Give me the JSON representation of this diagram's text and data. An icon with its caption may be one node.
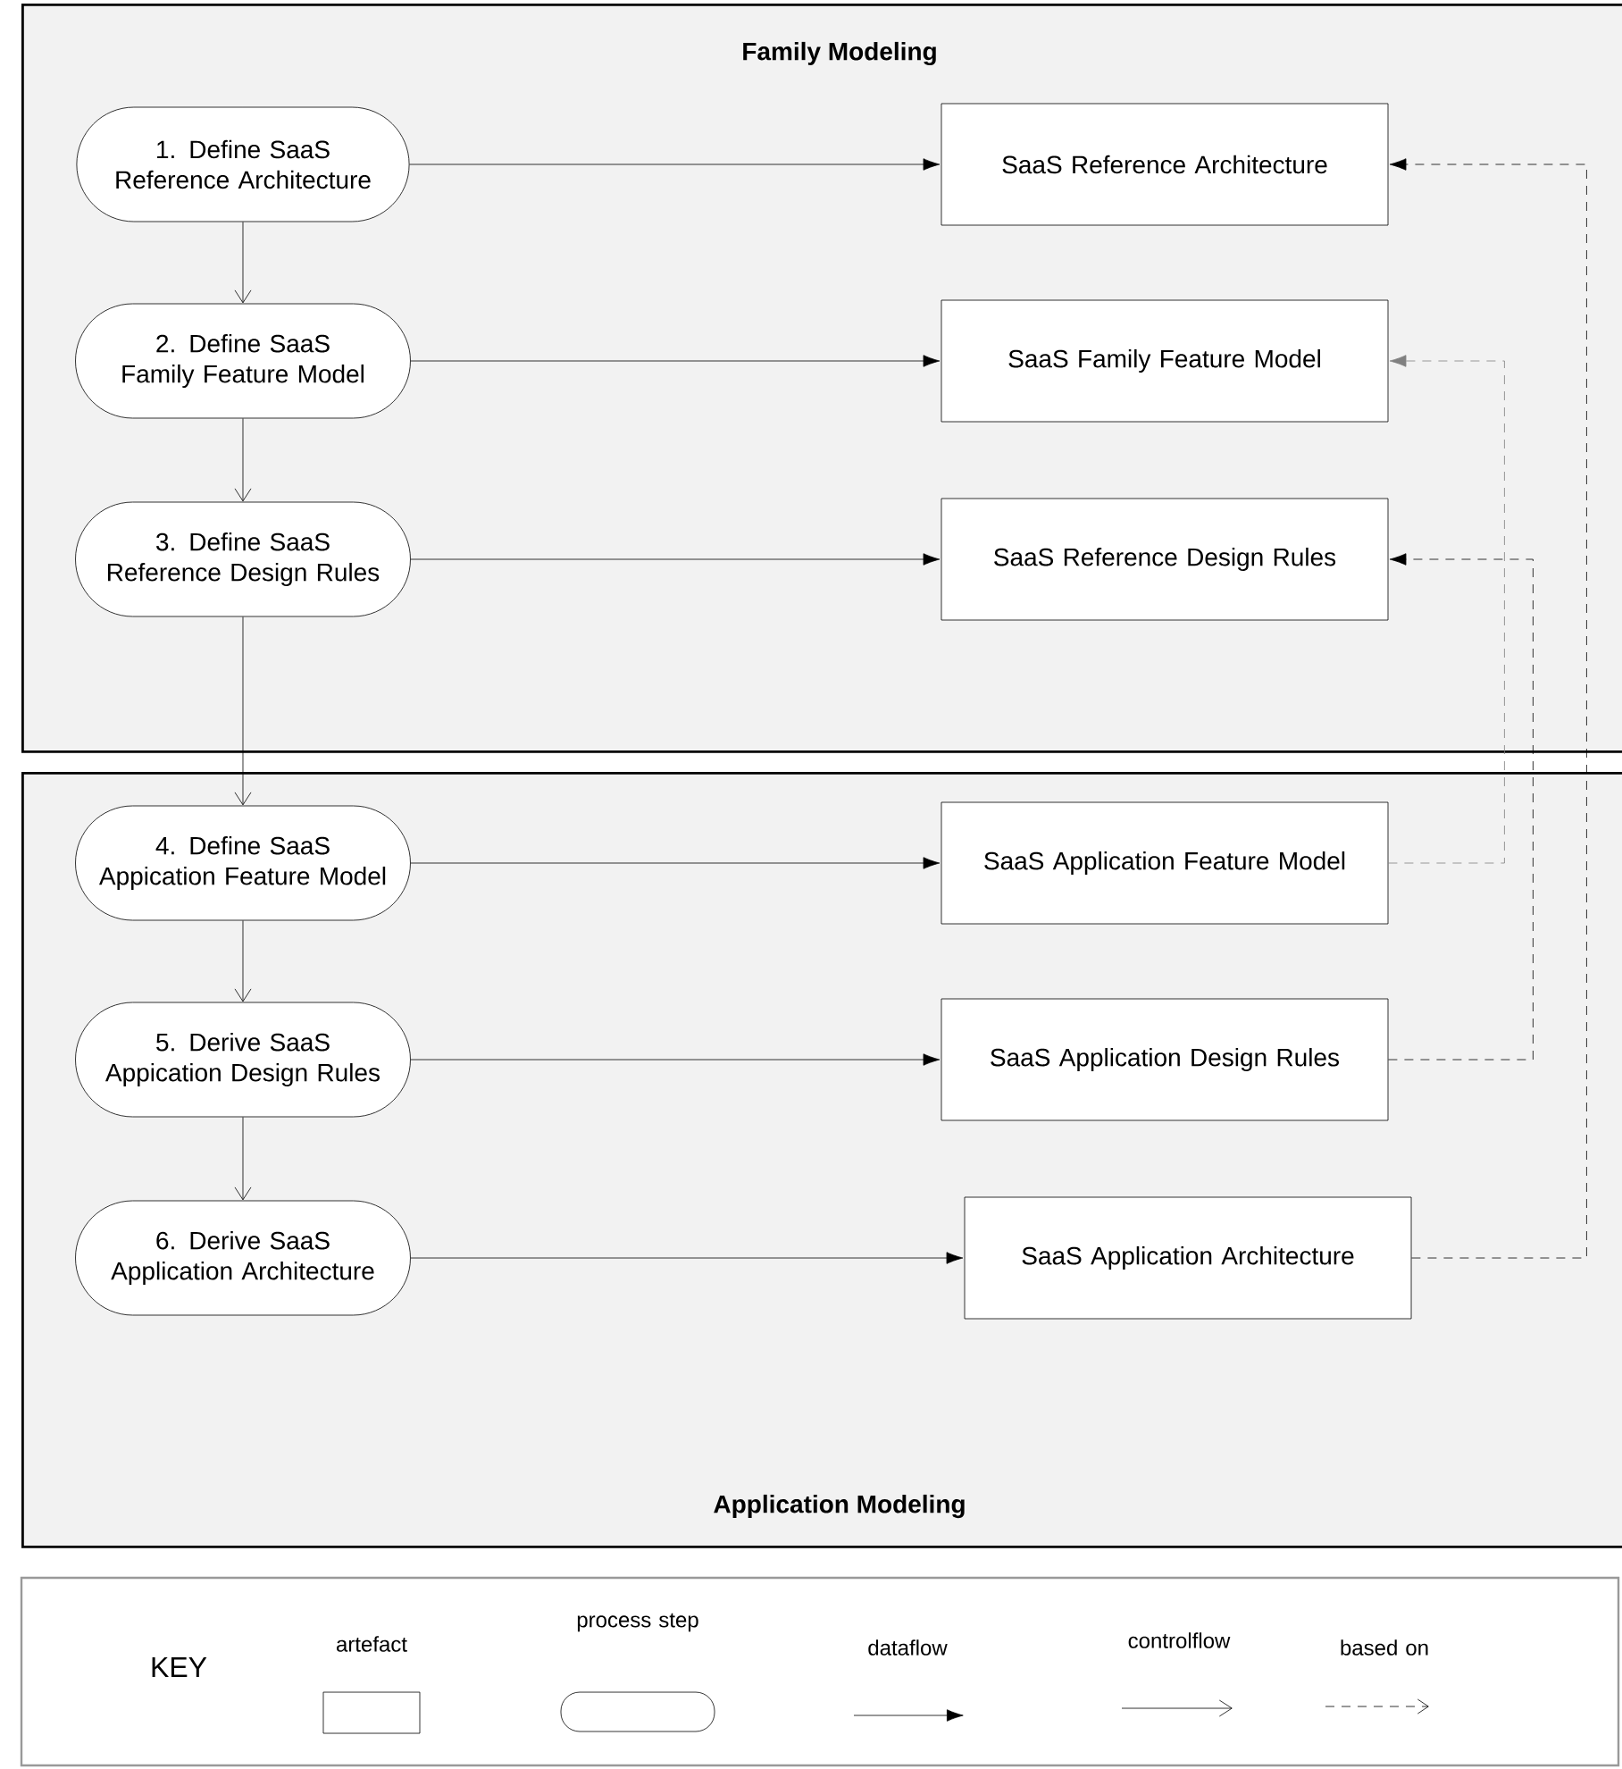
{
  "diagram": {
    "nodes": [
      {
        "text": [
          "Family Modeling"
        ]
      },
      {
        "text": [
          "Application Modeling"
        ]
      },
      {
        "text": [
          "1. Define SaaS Reference Architecture"
        ],
        "in": 0
      },
      {
        "text": [
          "SaaS Reference Architecture"
        ],
        "in": 0
      },
      {
        "text": [
          "2. Define SaaS Family Feature Model"
        ],
        "in": 0
      },
      {
        "text": [
          "SaaS Family Feature Model"
        ],
        "in": 0
      },
      {
        "text": [
          "3. Define SaaS Reference Design Rules"
        ],
        "in": 0
      },
      {
        "text": [
          "SaaS Reference Design Rules"
        ],
        "in": 0
      },
      {
        "text": [
          "4. Define SaaS Appication Feature Model"
        ],
        "in": 1
      },
      {
        "text": [
          "SaaS Application Feature Model"
        ],
        "in": 1
      },
      {
        "text": [
          "5. Derive SaaS Appication Design Rules"
        ],
        "in": 1
      },
      {
        "text": [
          "SaaS Application Design Rules"
        ],
        "in": 1
      },
      {
        "text": [
          "6. Derive SaaS Application Architecture"
        ],
        "in": 1
      },
      {
        "text": [
          "SaaS Application Architecture"
        ],
        "in": 1
      }
    ],
    "edges": [
      {
        "from": 2,
        "to": 3,
        "arrow": "to"
      },
      {
        "from": 4,
        "to": 5,
        "arrow": "to"
      },
      {
        "from": 6,
        "to": 7,
        "arrow": "to"
      },
      {
        "from": 8,
        "to": 9,
        "arrow": "to"
      },
      {
        "from": 10,
        "to": 11,
        "arrow": "to"
      },
      {
        "from": 12,
        "to": 13,
        "arrow": "to"
      },
      {
        "from": 2,
        "to": 4,
        "arrow": "to"
      },
      {
        "from": 4,
        "to": 6,
        "arrow": "to"
      },
      {
        "from": 6,
        "to": 8,
        "arrow": "to"
      },
      {
        "from": 8,
        "to": 10,
        "arrow": "to"
      },
      {
        "from": 10,
        "to": 12,
        "arrow": "to"
      },
      {
        "from": 9,
        "to": 5,
        "arrow": "to",
        "style": "dashed",
        "color": "#808080"
      },
      {
        "from": 11,
        "to": 7,
        "arrow": "to",
        "style": "dashed"
      },
      {
        "from": 13,
        "to": 3,
        "arrow": "to",
        "style": "dashed"
      }
    ],
    "labels": [
      "KEY"
    ],
    "legend": [
      {
        "text": "artefact"
      },
      {
        "text": "process step"
      },
      {
        "text": "dataflow"
      },
      {
        "text": "controlflow"
      },
      {
        "text": "based on"
      }
    ]
  }
}
